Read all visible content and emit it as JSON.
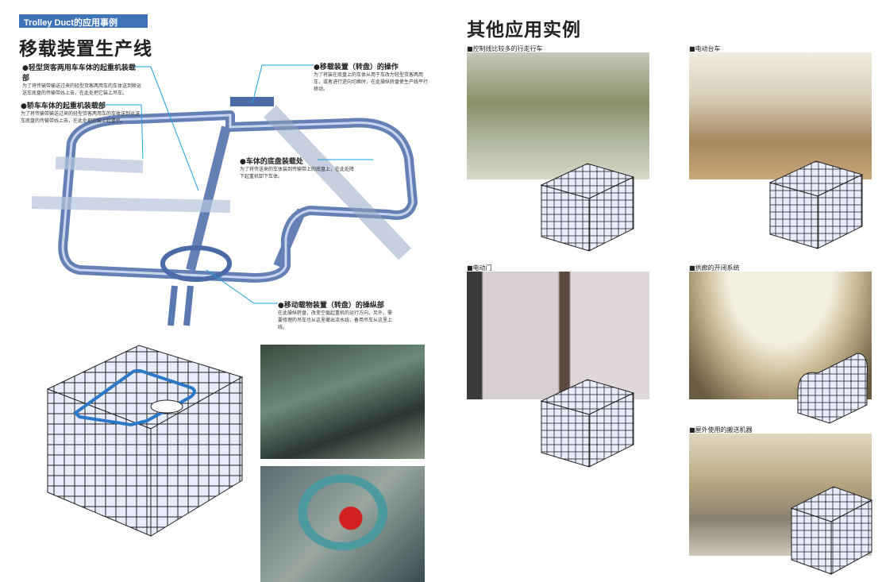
{
  "left": {
    "tag": "Trolley Duct的应用事例",
    "title": "移载装置生产线",
    "callouts": [
      {
        "title": "●轻型货客两用车车体的起重机装载部",
        "text": "为了将传输带输送过来的轻型货客两用车的车体送到轿运送车底盘的传输带线上去，在此处把它装上吊车。"
      },
      {
        "title": "●轿车车体的起重机装载部",
        "text": "为了将传输带输送过来的轻型货客两用车的车体送到运送车底盘的传输带线上去，在此处把它装上起重机。"
      },
      {
        "title": "●移载装置（转盘）的操作",
        "text": "为了将装在底盘上的车体从用于车改为轻型货客两用车，或者进行逆向切换时，在此操纵转盘使生产线平行移动。"
      },
      {
        "title": "●车体的底盘装载处",
        "text": "为了将传送来的车体装到传输带上的底盘上，在此处降下起重机卸下车体。"
      },
      {
        "title": "●移动载物装置（转盘）的操纵部",
        "text": "在此操纵转盘，改变空载起重机的运行方向，另外，需要修理的吊车也从这里撤出流水线，备用吊车从这里上线。"
      }
    ]
  },
  "right": {
    "title": "其他应用实例",
    "examples": [
      {
        "label": "■控制线比较多的行走行车"
      },
      {
        "label": "■电动台车"
      },
      {
        "label": "■电动门"
      },
      {
        "label": "■拱廊的开闭系统"
      },
      {
        "label": "■屋外使用的搬送机器"
      }
    ]
  },
  "colors": {
    "accent": "#3f73b8",
    "leader": "#1aa0e0",
    "cube": "#e8ecfb"
  }
}
